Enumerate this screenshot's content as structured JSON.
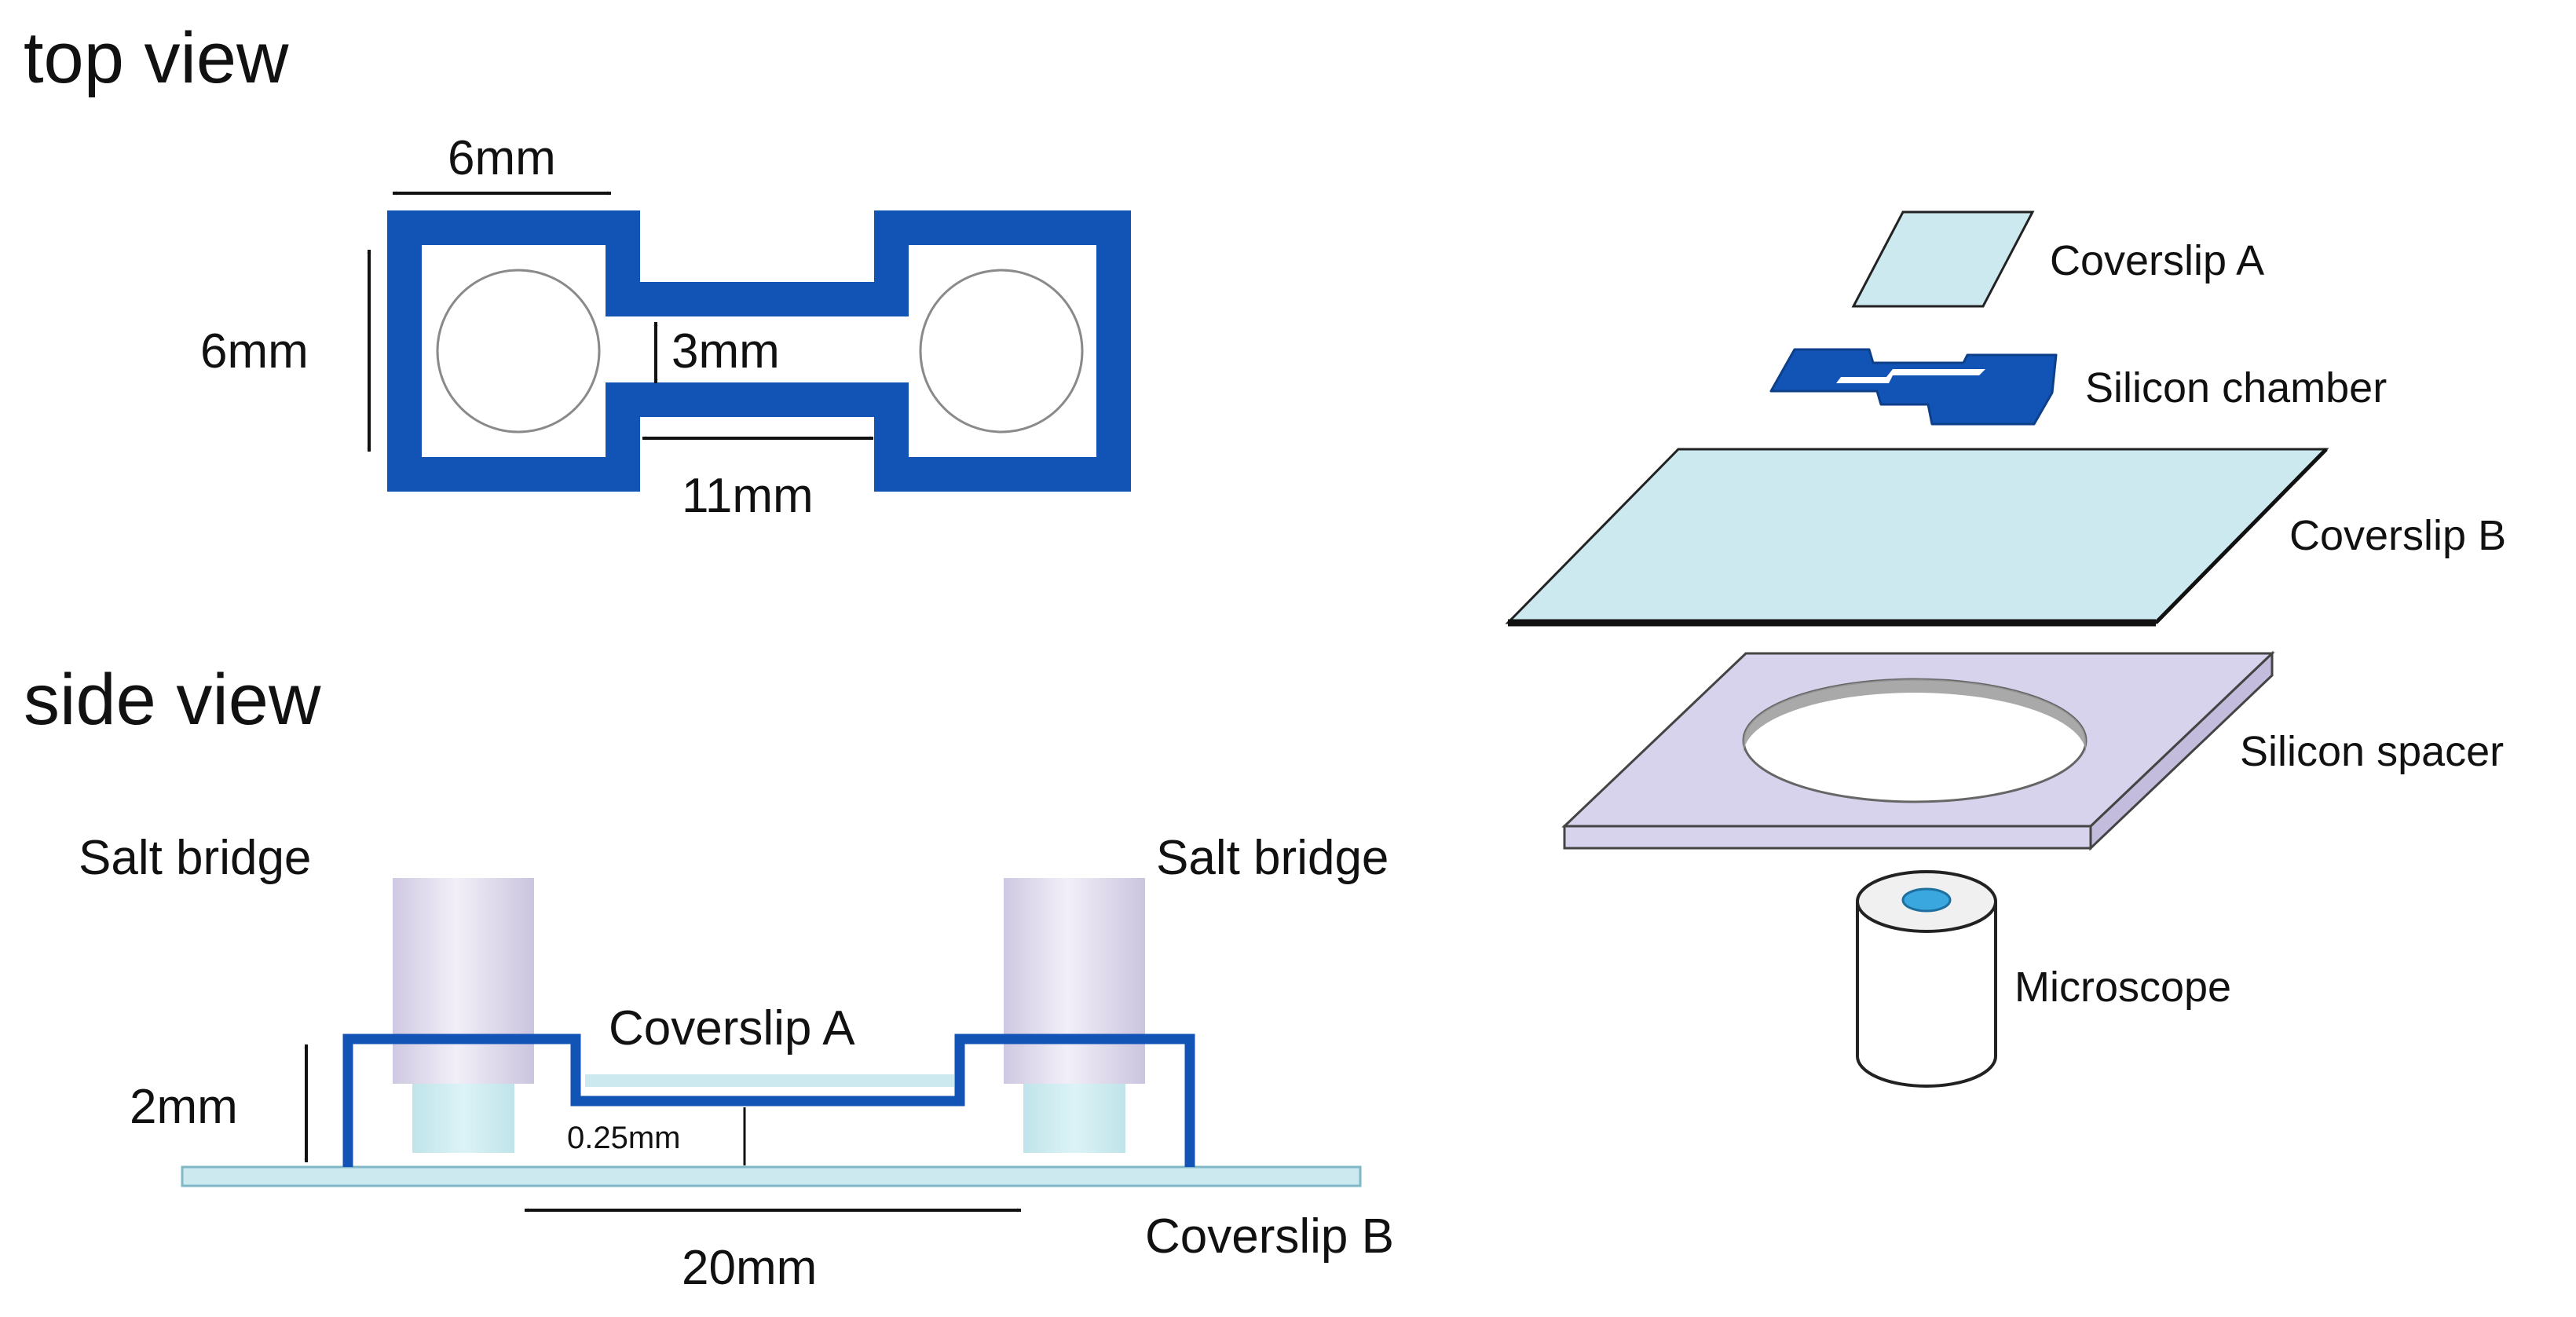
{
  "colors": {
    "chamber_blue": "#1154b5",
    "glass": "#cde9f0",
    "spacer": "#d8d3ec",
    "bridge_top": "#dcd6ea",
    "bridge_bottom": "#c9ebef",
    "lens": "#3aa7de"
  },
  "top_view": {
    "heading": "top view",
    "dim_chamber_width": "6mm",
    "dim_chamber_height": "6mm",
    "dim_channel_width": "3mm",
    "dim_channel_length": "11mm"
  },
  "side_view": {
    "heading": "side view",
    "salt_bridge_left": "Salt bridge",
    "salt_bridge_right": "Salt bridge",
    "coverslip_a": "Coverslip A",
    "coverslip_b": "Coverslip B",
    "dim_height": "2mm",
    "dim_gap": "0.25mm",
    "dim_length": "20mm"
  },
  "exploded_view": {
    "coverslip_a": "Coverslip A",
    "silicon_chamber": "Silicon chamber",
    "coverslip_b": "Coverslip B",
    "silicon_spacer": "Silicon spacer",
    "microscope": "Microscope"
  }
}
